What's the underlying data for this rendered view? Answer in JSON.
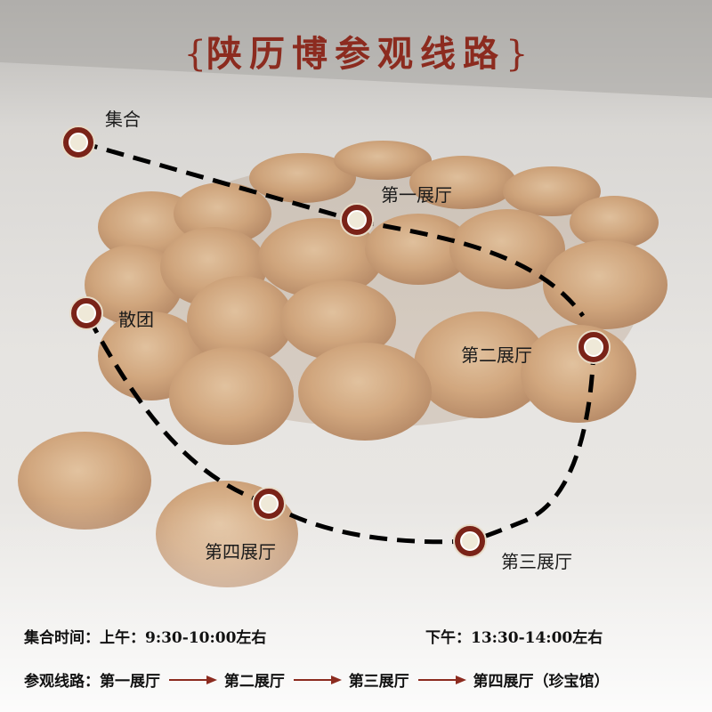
{
  "title": "陕历博参观线路",
  "title_brace_left": "{",
  "title_brace_right": "}",
  "stops": {
    "assemble": "集合",
    "hall1": "第一展厅",
    "hall2": "第二展厅",
    "hall3": "第三展厅",
    "hall4": "第四展厅",
    "dismiss": "散团"
  },
  "schedule": {
    "label": "集合时间：",
    "morning": "上午：9:30-10:00左右",
    "afternoon": "下午：13:30-14:00左右"
  },
  "route": {
    "label": "参观线路：",
    "items": [
      "第一展厅",
      "第二展厅",
      "第三展厅",
      "第四展厅（珍宝馆）"
    ]
  },
  "colors": {
    "accent": "#8c2b1f",
    "marker_ring": "#7a2318",
    "marker_center": "#efe9d8",
    "path": "#000000",
    "arrow": "#8c2b1f"
  },
  "icons": {
    "marker": "circle-marker-icon",
    "arrow": "right-arrow-icon"
  }
}
